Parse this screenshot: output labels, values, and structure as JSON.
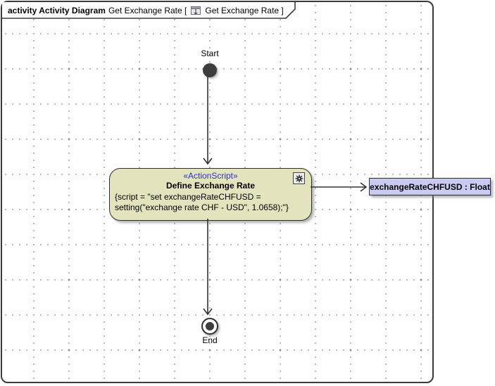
{
  "frame": {
    "title": {
      "keyword_bold": "activity Activity Diagram",
      "text_before_icon": "Get Exchange Rate [",
      "icon": "activity-diagram-icon",
      "text_after_icon": "Get Exchange Rate ]"
    }
  },
  "nodes": {
    "start": {
      "label": "Start"
    },
    "action": {
      "stereotype": "«ActionScript»",
      "name": "Define Exchange Rate",
      "script_lines": [
        "{script = \"set exchangeRateCHFUSD =",
        "setting(\"exchange rate CHF - USD\", 1.0658);\"}"
      ],
      "corner_icon": "gear-icon"
    },
    "object": {
      "label": "exchangeRateCHFUSD : Float"
    },
    "end": {
      "label": "End"
    }
  },
  "edges": [
    {
      "name": "control-flow-start-to-action"
    },
    {
      "name": "object-flow-action-to-pin"
    },
    {
      "name": "control-flow-action-to-end"
    }
  ],
  "colors": {
    "action_fill": "#e3e4be",
    "action_border": "#2e2e2e",
    "object_fill": "#c9c9f1",
    "object_border": "#26265e",
    "stereotype_text": "#2f2fc9",
    "edge": "#333333",
    "grid_dot": "#a8a8a8",
    "frame_border": "#3a3a3a"
  }
}
